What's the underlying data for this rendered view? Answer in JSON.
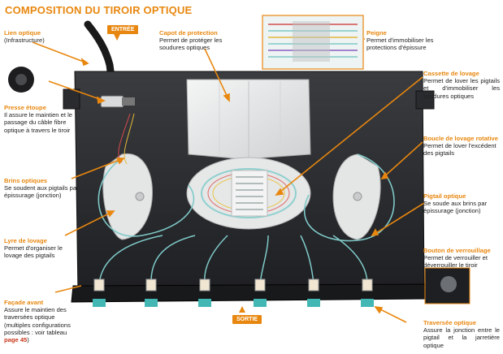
{
  "title": "COMPOSITION DU TIROIR OPTIQUE",
  "tags": {
    "entree": "ENTRÉE",
    "sortie": "SORTIE"
  },
  "labels": {
    "lien": {
      "title": "Lien optique",
      "desc": "(Infrastructure)"
    },
    "presse": {
      "title": "Presse étoupe",
      "desc": "Il assure le maintien et le passage du câble fibre optique à travers le tiroir"
    },
    "brins": {
      "title": "Brins optiques",
      "desc": "Se soudent aux pigtails par épissurage (jonction)"
    },
    "lyre": {
      "title": "Lyre de lovage",
      "desc": "Permet d'organiser le lovage des pigtails"
    },
    "facade": {
      "title": "Façade avant",
      "desc": "Assure le maintien des traversées optique (multiples configurations possibles : voir tableau",
      "ref": "page 45",
      "end": ")"
    },
    "capot": {
      "title": "Capot de protection",
      "desc": "Permet de protéger les soudures optiques"
    },
    "peigne": {
      "title": "Peigne",
      "desc": "Permet d'immobiliser les protections d'épissure"
    },
    "cassette": {
      "title": "Cassette de lovage",
      "desc": "Permet de lover les pigtails et d'immobiliser les soudures optiques"
    },
    "boucle": {
      "title": "Boucle de lovage rotative",
      "desc": "Permet de lover l'excédent des pigtails"
    },
    "pigtail": {
      "title": "Pigtail optique",
      "desc": "Se soude aux brins par épissurage (jonction)"
    },
    "bouton": {
      "title": "Bouton de verrouillage",
      "desc": "Permet de verrouiller et déverrouiller le tiroir"
    },
    "traversee": {
      "title": "Traversée optique",
      "desc": "Assure la jonction entre le pigtail et la jarretière optique"
    }
  },
  "colors": {
    "accent": "#e8870f",
    "tray": "#2b2d31",
    "fiber": "#7fc9c8",
    "white_part": "#e9eaea"
  }
}
